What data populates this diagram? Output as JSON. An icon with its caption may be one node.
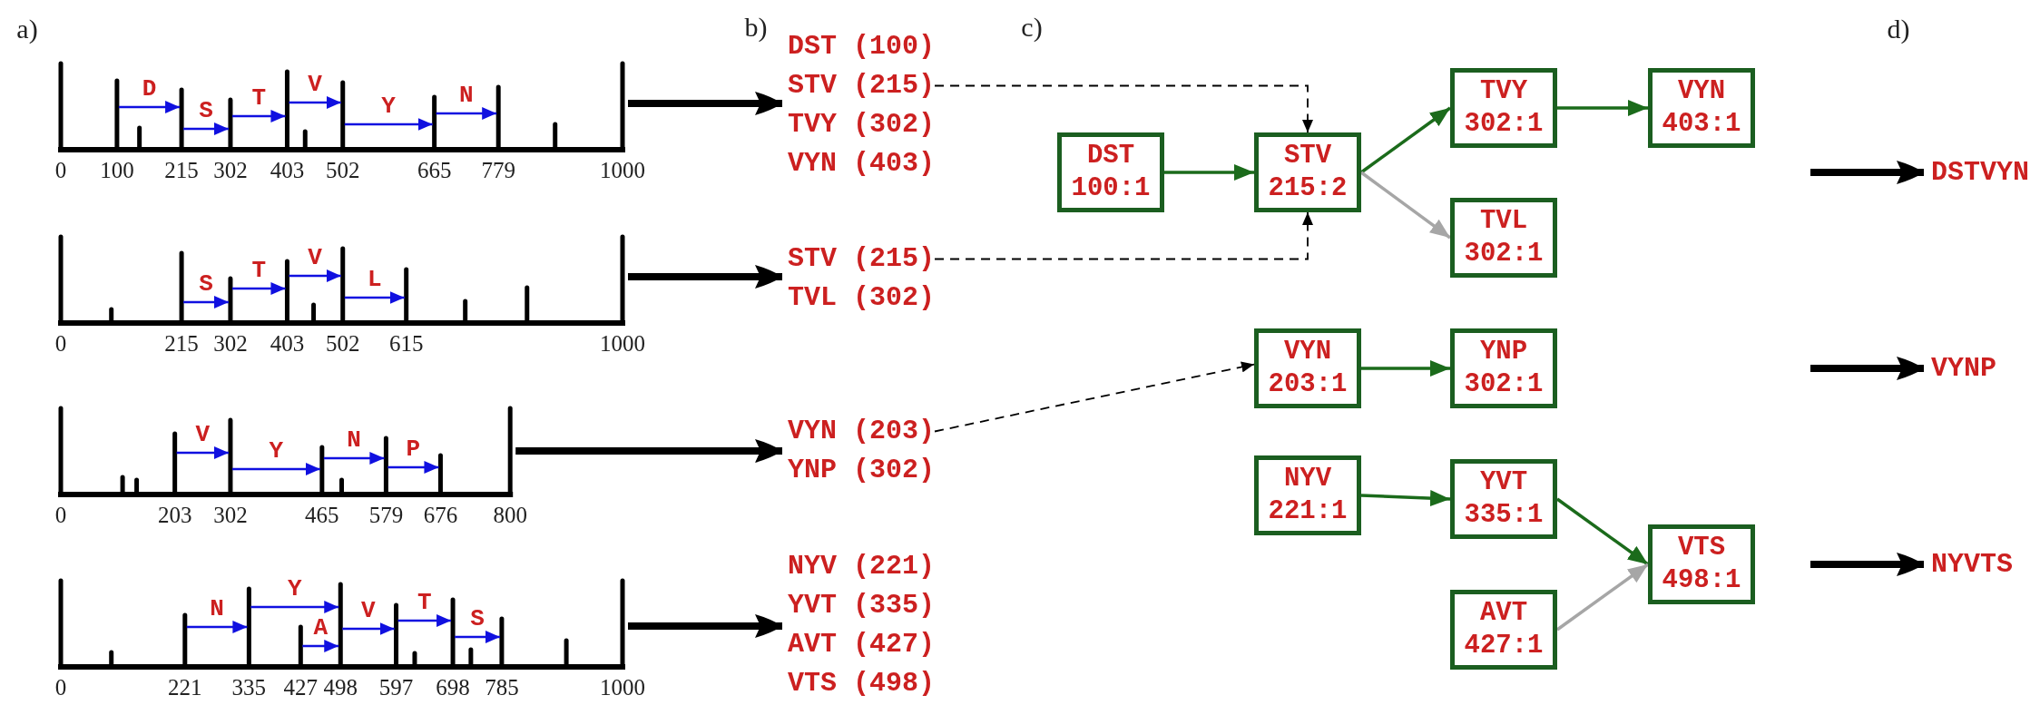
{
  "diagram": {
    "nodes": [
      {
        "text": [],
        "shape": "picture"
      },
      {
        "text": [],
        "shape": "picture"
      },
      {
        "text": [],
        "shape": "picture"
      },
      {
        "text": [],
        "shape": "picture"
      },
      {
        "text": [
          "DST (100)",
          "STV (215)",
          "TVY (302)",
          "VYN (403)"
        ]
      },
      {
        "text": [
          "STV (215)",
          "TVL (302)"
        ]
      },
      {
        "text": [
          "VYN (203)",
          "YNP (302)"
        ]
      },
      {
        "text": [
          "NYV (221)",
          "YVT (335)",
          "AVT (427)",
          "VTS (498)"
        ]
      },
      {
        "text": [
          "DST",
          "100:1"
        ]
      },
      {
        "text": [
          "STV",
          "215:2"
        ]
      },
      {
        "text": [
          "TVY",
          "302:1"
        ]
      },
      {
        "text": [
          "VYN",
          "403:1"
        ]
      },
      {
        "text": [
          "TVL",
          "302:1"
        ]
      },
      {
        "text": [
          "VYN",
          "203:1"
        ]
      },
      {
        "text": [
          "YNP",
          "302:1"
        ]
      },
      {
        "text": [
          "NYV",
          "221:1"
        ]
      },
      {
        "text": [
          "YVT",
          "335:1"
        ]
      },
      {
        "text": [
          "AVT",
          "427:1"
        ]
      },
      {
        "text": [
          "VTS",
          "498:1"
        ]
      },
      {
        "text": [
          "DSTVYN"
        ]
      },
      {
        "text": [
          "VYNP"
        ]
      },
      {
        "text": [
          "NYVTS"
        ]
      }
    ],
    "edges": [
      {
        "from": 0,
        "to": 4,
        "arrow": "to",
        "style": "thick"
      },
      {
        "from": 1,
        "to": 5,
        "arrow": "to",
        "style": "thick"
      },
      {
        "from": 2,
        "to": 6,
        "arrow": "to",
        "style": "thick"
      },
      {
        "from": 3,
        "to": 7,
        "arrow": "to",
        "style": "thick"
      },
      {
        "from": 4,
        "to": 9,
        "arrow": "to",
        "style": "dashed"
      },
      {
        "from": 5,
        "to": 9,
        "arrow": "to",
        "style": "dashed"
      },
      {
        "from": 6,
        "to": 13,
        "arrow": "to",
        "style": "dashed"
      },
      {
        "from": 8,
        "to": 9,
        "arrow": "to",
        "color": "#1b6b1b"
      },
      {
        "from": 9,
        "to": 10,
        "arrow": "to",
        "color": "#1b6b1b"
      },
      {
        "from": 9,
        "to": 12,
        "arrow": "to",
        "color": "#a6a6a6"
      },
      {
        "from": 10,
        "to": 11,
        "arrow": "to",
        "color": "#1b6b1b"
      },
      {
        "from": 13,
        "to": 14,
        "arrow": "to",
        "color": "#1b6b1b"
      },
      {
        "from": 15,
        "to": 16,
        "arrow": "to",
        "color": "#1b6b1b"
      },
      {
        "from": 16,
        "to": 18,
        "arrow": "to",
        "color": "#1b6b1b"
      },
      {
        "from": 17,
        "to": 18,
        "arrow": "to",
        "color": "#a6a6a6"
      },
      {
        "from": null,
        "to": 19,
        "arrow": "to",
        "style": "thick"
      },
      {
        "from": null,
        "to": 20,
        "arrow": "to",
        "style": "thick"
      },
      {
        "from": null,
        "to": 21,
        "arrow": "to",
        "style": "thick"
      }
    ],
    "labels": [
      "a)",
      "b)",
      "c)",
      "d)",
      "D",
      "S",
      "T",
      "V",
      "Y",
      "N",
      "0",
      "100",
      "215",
      "302",
      "403",
      "502",
      "665",
      "779",
      "1000",
      "S",
      "T",
      "V",
      "L",
      "0",
      "215",
      "302",
      "403",
      "502",
      "615",
      "1000",
      "V",
      "Y",
      "N",
      "P",
      "0",
      "203",
      "302",
      "465",
      "579",
      "676",
      "800",
      "N",
      "Y",
      "A",
      "V",
      "T",
      "S",
      "0",
      "221",
      "335",
      "427",
      "498",
      "597",
      "698",
      "785",
      "1000"
    ]
  }
}
